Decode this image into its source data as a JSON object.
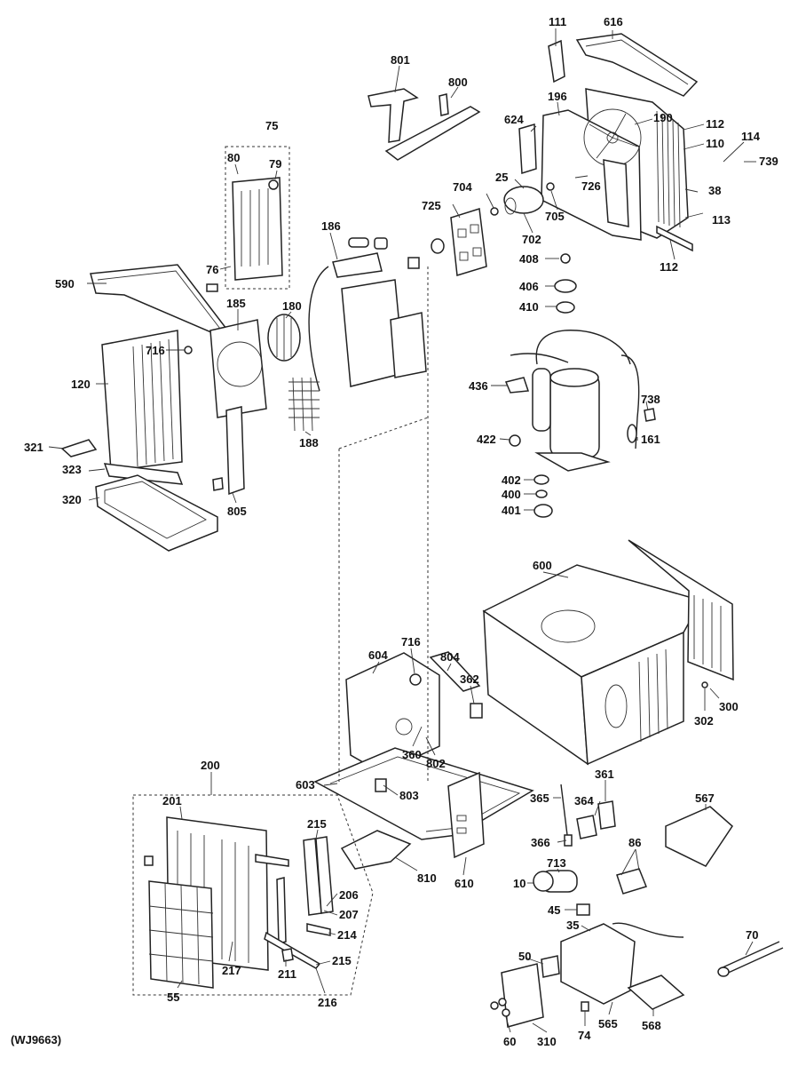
{
  "drawing_code": "(WJ9663)",
  "callouts": {
    "p111": "111",
    "p616": "616",
    "p801": "801",
    "p800": "800",
    "p196": "196",
    "p190": "190",
    "p112a": "112",
    "p110": "110",
    "p114": "114",
    "p739": "739",
    "p624": "624",
    "p25": "25",
    "p726": "726",
    "p704": "704",
    "p705": "705",
    "p702": "702",
    "p38": "38",
    "p113": "113",
    "p112b": "112",
    "p725": "725",
    "p75": "75",
    "p80": "80",
    "p79": "79",
    "p186": "186",
    "p408": "408",
    "p406": "406",
    "p410": "410",
    "p590": "590",
    "p76": "76",
    "p185": "185",
    "p180": "180",
    "p716a": "716",
    "p436": "436",
    "p738": "738",
    "p120": "120",
    "p422": "422",
    "p161": "161",
    "p188": "188",
    "p321": "321",
    "p402": "402",
    "p400": "400",
    "p401": "401",
    "p323": "323",
    "p320": "320",
    "p805": "805",
    "p600": "600",
    "p604": "604",
    "p716b": "716",
    "p804": "804",
    "p362": "362",
    "p300": "300",
    "p302": "302",
    "p360": "360",
    "p802": "802",
    "p200": "200",
    "p603": "603",
    "p803": "803",
    "p361": "361",
    "p201": "201",
    "p215a": "215",
    "p365": "365",
    "p364": "364",
    "p567": "567",
    "p366": "366",
    "p86": "86",
    "p810": "810",
    "p610": "610",
    "p713": "713",
    "p206": "206",
    "p10": "10",
    "p207": "207",
    "p45": "45",
    "p35": "35",
    "p70": "70",
    "p214": "214",
    "p215b": "215",
    "p217": "217",
    "p211": "211",
    "p50": "50",
    "p55": "55",
    "p216": "216",
    "p565": "565",
    "p568": "568",
    "p60": "60",
    "p310": "310",
    "p74": "74"
  }
}
